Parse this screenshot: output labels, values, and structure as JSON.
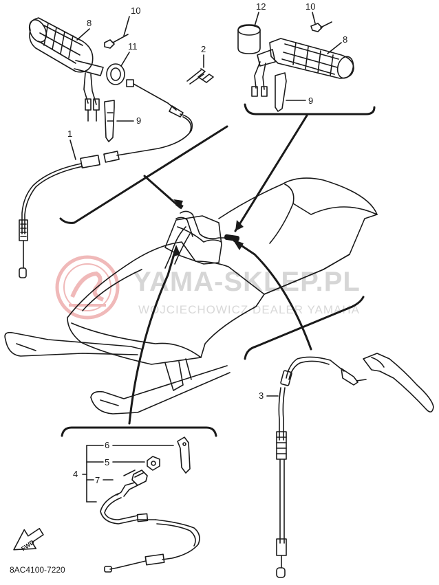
{
  "callouts": {
    "c1": "1",
    "c2": "2",
    "c3": "3",
    "c4": "4",
    "c5": "5",
    "c6": "6",
    "c7": "7",
    "c8_left": "8",
    "c8_right": "8",
    "c9_left": "9",
    "c9_right": "9",
    "c10_left": "10",
    "c10_right": "10",
    "c11": "11",
    "c12": "12"
  },
  "fwd_label": "FWD",
  "diagram_code": "8AC4100-7220",
  "watermark": {
    "brand": "YAMA-SKLEP.PL",
    "dealer": "WOJCIECHOWICZ DEALER YAMAHA"
  },
  "colors": {
    "ink": "#1a1a1a",
    "watermark": "#c9c9c9",
    "watermark_logo": "#e58080"
  }
}
